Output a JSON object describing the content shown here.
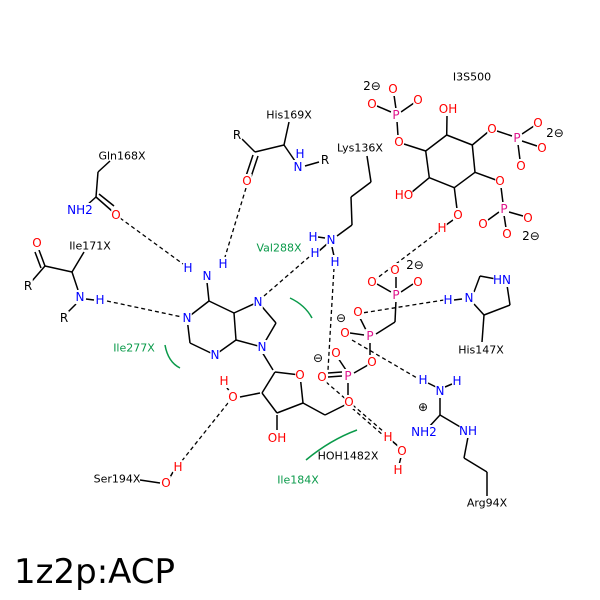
{
  "title": "1z2p:ACP",
  "ligands": {
    "inositol": "I3S500"
  },
  "residues": {
    "his169": "His169X",
    "gln168": "Gln168X",
    "lys136": "Lys136X",
    "ile171": "Ile171X",
    "his147": "His147X",
    "ser194": "Ser194X",
    "arg94": "Arg94X",
    "hoh1482": "HOH1482X"
  },
  "hydrophobic": {
    "val288": "Val288X",
    "ile277": "Ile277X",
    "ile184": "Ile184X"
  },
  "atom_labels": [
    "N",
    "H",
    "H",
    "N",
    "N",
    "N",
    "N",
    "O",
    "OH",
    "O",
    "H",
    "O",
    "P",
    "O",
    "O",
    "⊖",
    "O",
    "P",
    "O",
    "O",
    "⊖",
    "P",
    "O",
    "O",
    "O",
    "2⊖",
    "OH",
    "O",
    "P",
    "O",
    "O",
    "O",
    "2⊖",
    "O",
    "P",
    "O",
    "O",
    "O",
    "2⊖",
    "O",
    "P",
    "O",
    "O",
    "O",
    "2⊖",
    "HO",
    "O",
    "H",
    "N",
    "H",
    "H",
    "H",
    "N",
    "HN",
    "H",
    "N",
    "H",
    "H",
    "NH2",
    "NH",
    "⊕",
    "O",
    "H",
    "H",
    "O",
    "H",
    "R",
    "O",
    "N",
    "H",
    "R",
    "NH2",
    "O",
    "O",
    "R",
    "N",
    "H",
    "R"
  ],
  "colors": {
    "oxygen": "#ff0000",
    "nitrogen": "#0000ff",
    "phosphorus": "#e0148c",
    "hydrophobic": "#0a9a4a",
    "bond": "#000000"
  }
}
